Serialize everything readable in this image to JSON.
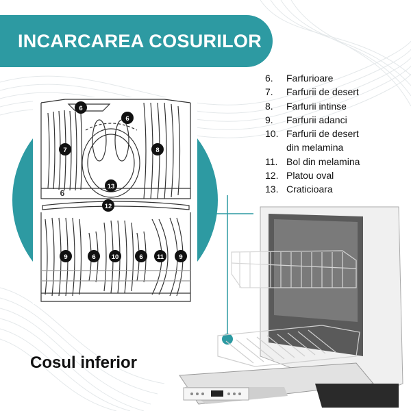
{
  "banner": {
    "title": "INCARCAREA COSURILOR"
  },
  "legend": {
    "items": [
      {
        "num": "6.",
        "text": "Farfurioare"
      },
      {
        "num": "7.",
        "text": "Farfurii de desert"
      },
      {
        "num": "8.",
        "text": "Farfurii intinse"
      },
      {
        "num": "9.",
        "text": "Farfurii adanci"
      },
      {
        "num": "10.",
        "text": "Farfurii de desert",
        "cont": "din melamina"
      },
      {
        "num": "11.",
        "text": "Bol din melamina"
      },
      {
        "num": "12.",
        "text": "Platou oval"
      },
      {
        "num": "13.",
        "text": "Craticioara"
      }
    ]
  },
  "diagram": {
    "markers": [
      "6",
      "6",
      "7",
      "8",
      "13",
      "6",
      "12",
      "9",
      "6",
      "10",
      "6",
      "11",
      "9"
    ]
  },
  "caption": {
    "text": "Cosul inferior"
  },
  "colors": {
    "teal": "#2d9aa2",
    "marker": "#111111",
    "wave": "#e3e8ea"
  }
}
